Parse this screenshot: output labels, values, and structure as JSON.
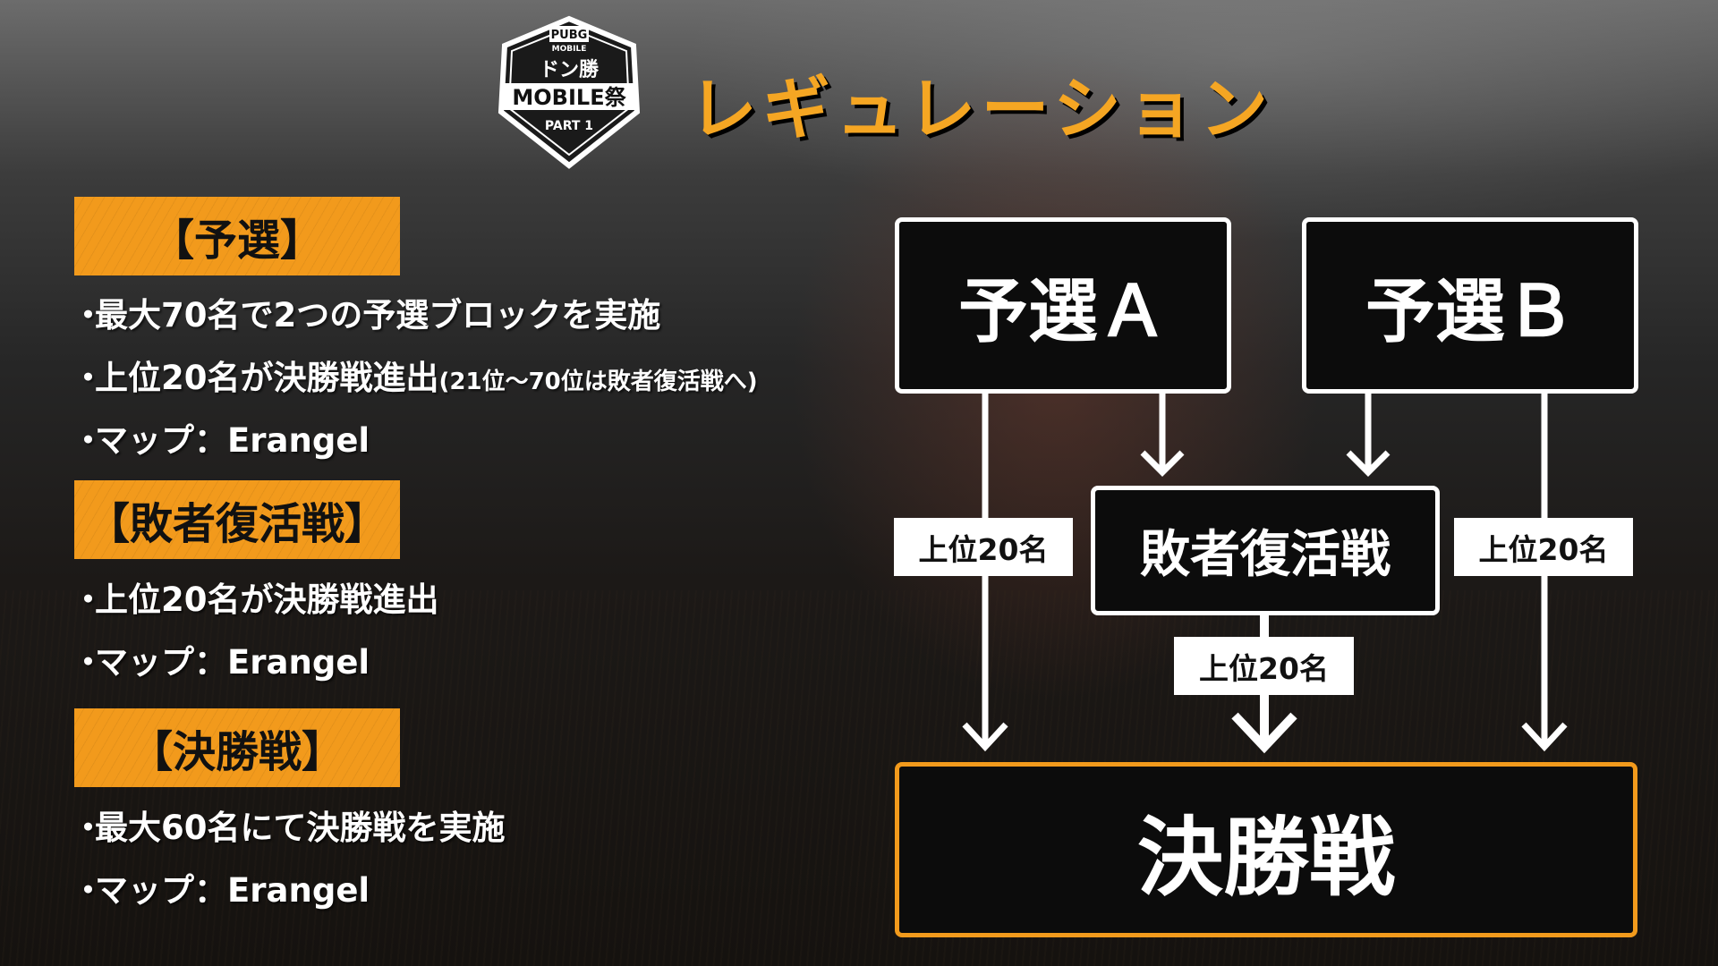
{
  "logo": {
    "brand": "PUBG",
    "sub": "MOBILE",
    "line1": "ドン勝",
    "line2": "MOBILE祭",
    "line3": "PART 1"
  },
  "title": "レギュレーション",
  "sections": [
    {
      "label": "【予選】",
      "bullets": [
        {
          "dot": "・",
          "text": "最大70名で2つの予選ブロックを実施",
          "note": ""
        },
        {
          "dot": "・",
          "text": "上位20名が決勝戦進出",
          "note": "(21位～70位は敗者復活戦へ)"
        },
        {
          "dot": "・",
          "text": "マップ：Erangel",
          "note": ""
        }
      ]
    },
    {
      "label": "【敗者復活戦】",
      "bullets": [
        {
          "dot": "・",
          "text": "上位20名が決勝戦進出",
          "note": ""
        },
        {
          "dot": "・",
          "text": "マップ：Erangel",
          "note": ""
        }
      ]
    },
    {
      "label": "【決勝戦】",
      "bullets": [
        {
          "dot": "・",
          "text": "最大60名にて決勝戦を実施",
          "note": ""
        },
        {
          "dot": "・",
          "text": "マップ：Erangel",
          "note": ""
        }
      ]
    }
  ],
  "diagram": {
    "qualifier_a": "予選Ａ",
    "qualifier_b": "予選Ｂ",
    "repechage": "敗者復活戦",
    "final": "決勝戦",
    "tag_left": "上位20名",
    "tag_right": "上位20名",
    "tag_center": "上位20名"
  },
  "colors": {
    "accent": "#f29a1c",
    "title": "#f5a623",
    "box_bg": "#0c0c0c"
  }
}
